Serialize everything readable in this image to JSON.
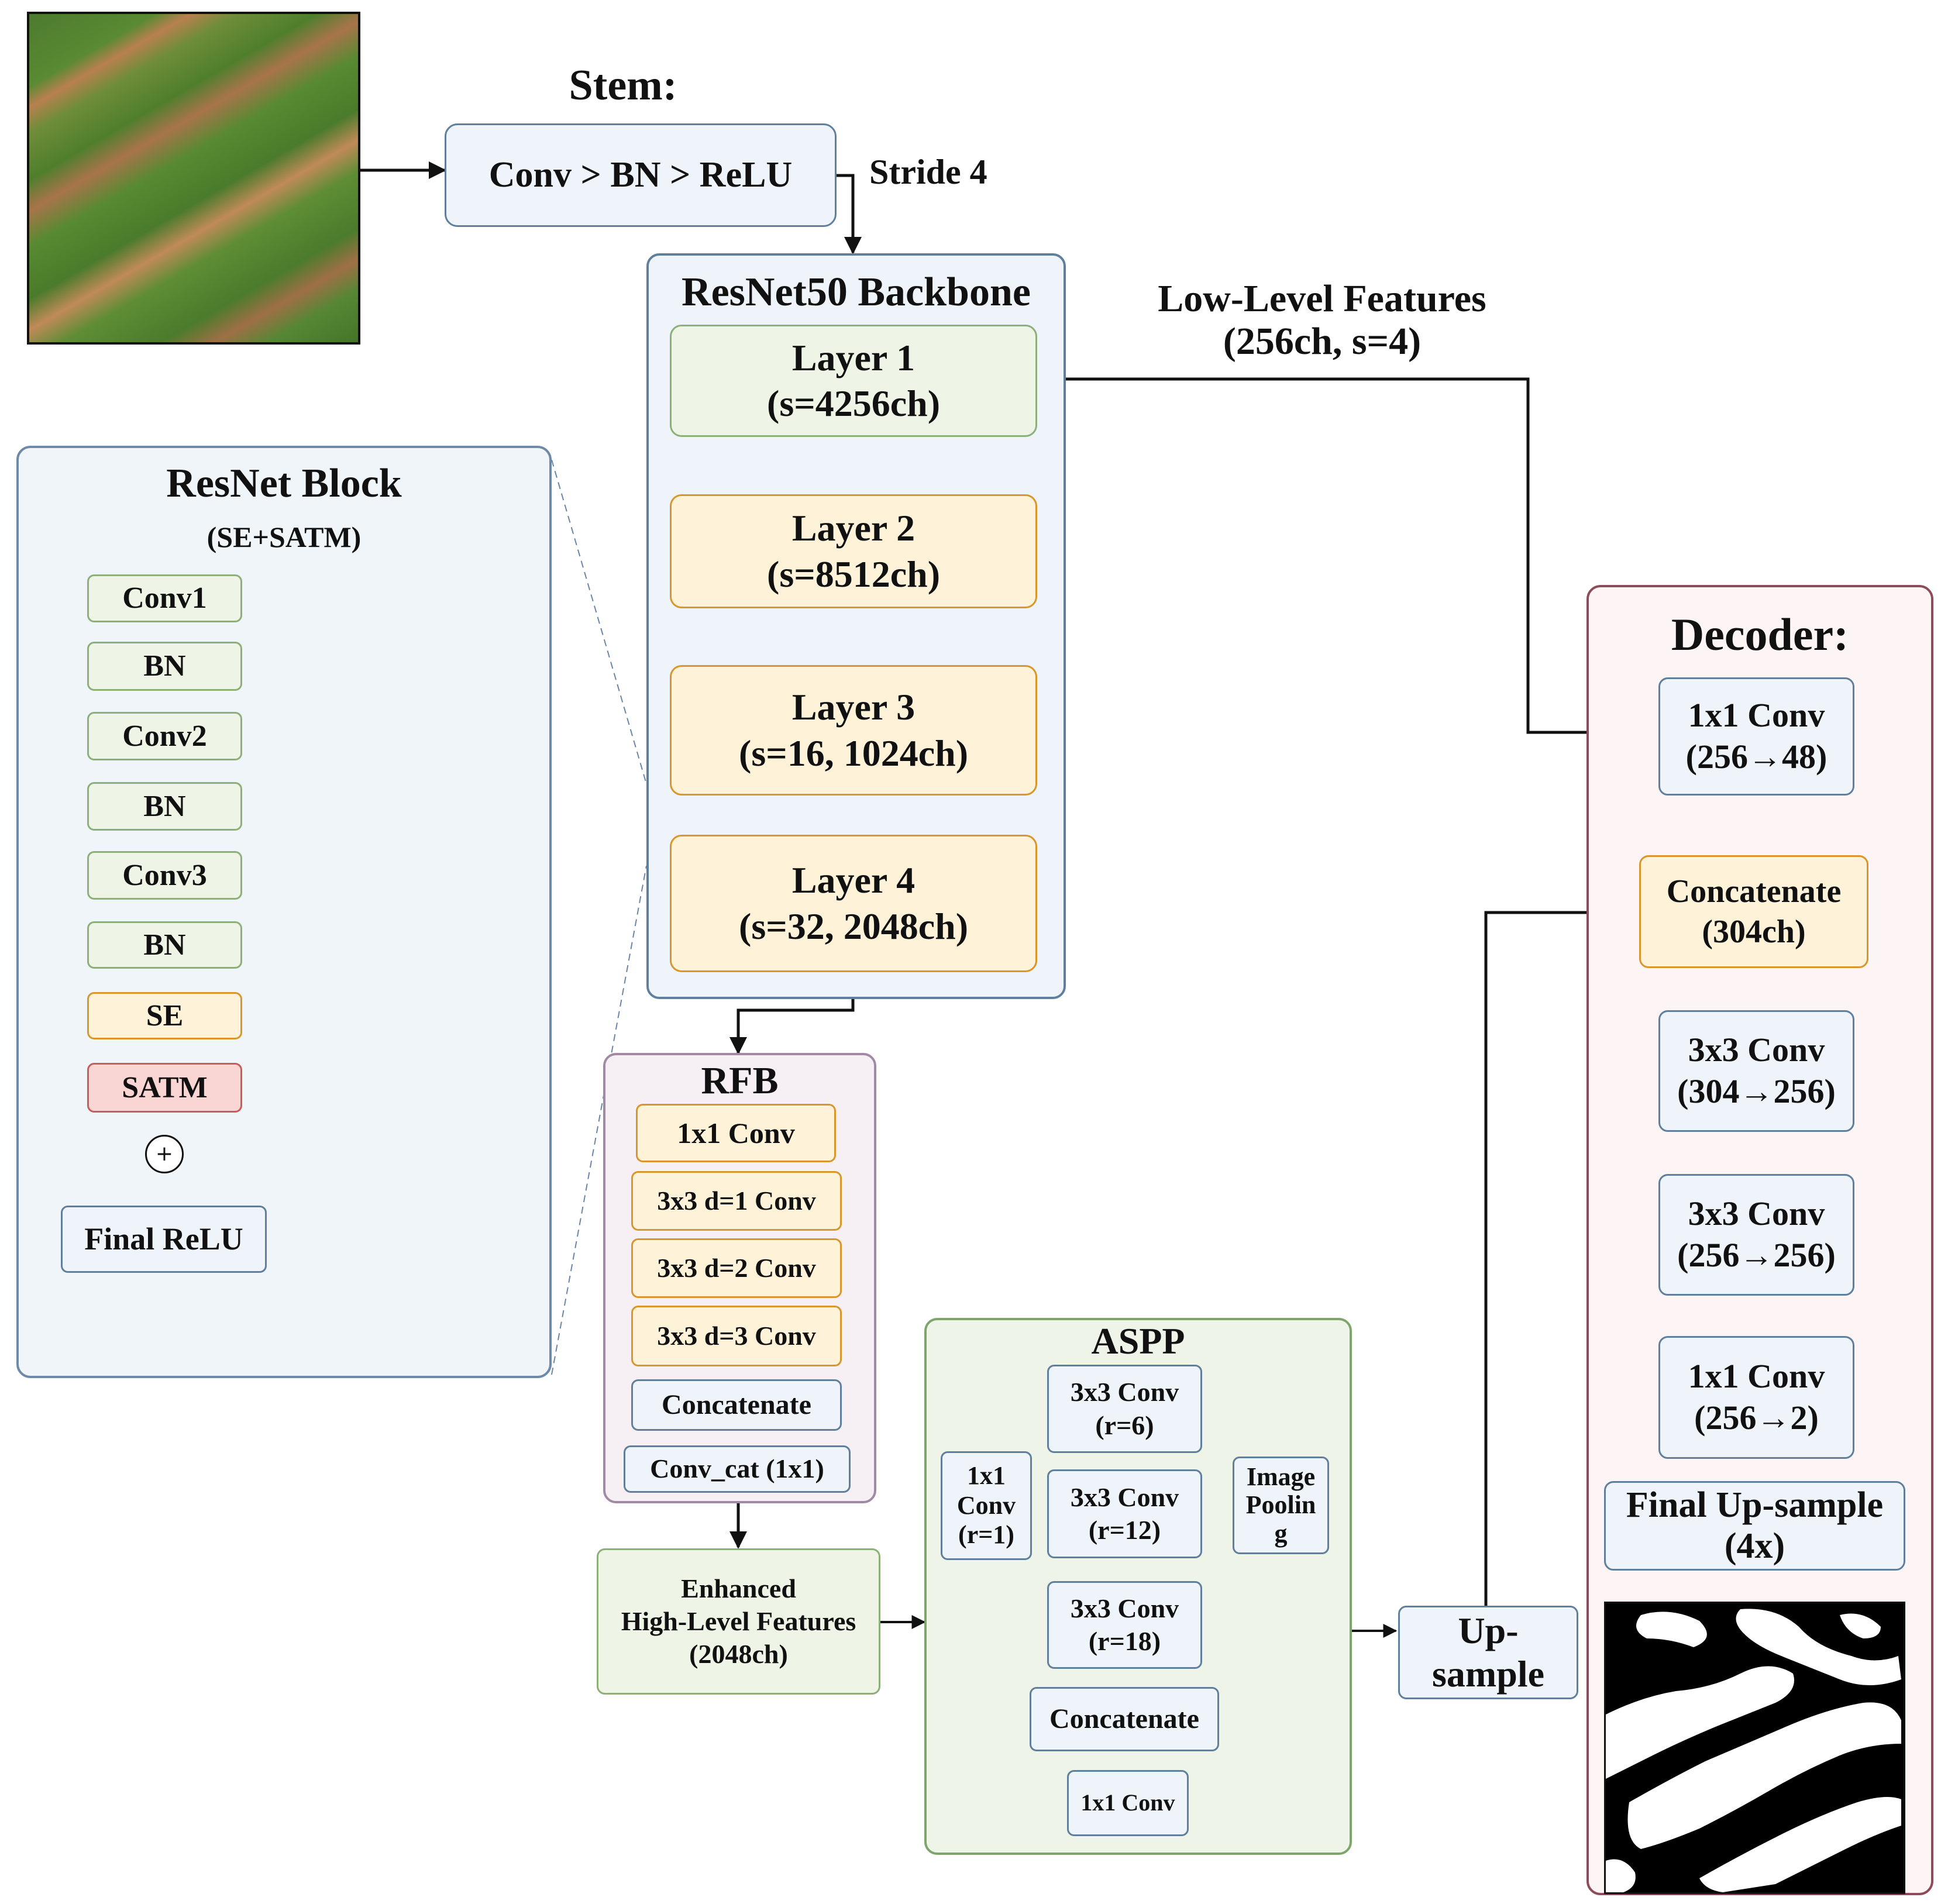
{
  "stem": {
    "title": "Stem:",
    "block": "Conv > BN > ReLU",
    "stride": "Stride 4"
  },
  "backbone": {
    "title": "ResNet50 Backbone",
    "layers": [
      {
        "name": "Layer 1",
        "detail": "(s=4256ch)"
      },
      {
        "name": "Layer 2",
        "detail": "(s=8512ch)"
      },
      {
        "name": "Layer 3",
        "detail": "(s=16, 1024ch)"
      },
      {
        "name": "Layer 4",
        "detail": "(s=32, 2048ch)"
      }
    ]
  },
  "low_level": {
    "line1": "Low-Level Features",
    "line2": "(256ch, s=4)"
  },
  "resnet_block": {
    "title": "ResNet Block",
    "subtitle": "(SE+SATM)",
    "steps": [
      "Conv1",
      "BN",
      "Conv2",
      "BN",
      "Conv3",
      "BN",
      "SE",
      "SATM"
    ],
    "sum_symbol": "+",
    "final": "Final ReLU"
  },
  "rfb": {
    "title": "RFB",
    "branches": [
      "1x1 Conv",
      "3x3 d=1 Conv",
      "3x3 d=2 Conv",
      "3x3 d=3 Conv"
    ],
    "concat": "Concatenate",
    "conv_cat": "Conv_cat (1x1)"
  },
  "enhanced": {
    "line1": "Enhanced",
    "line2": "High-Level Features",
    "line3": "(2048ch)"
  },
  "aspp": {
    "title": "ASPP",
    "conv1": {
      "l1": "1x1",
      "l2": "Conv",
      "l3": "(r=1)"
    },
    "atrous": [
      {
        "l1": "3x3 Conv",
        "l2": "(r=6)"
      },
      {
        "l1": "3x3 Conv",
        "l2": "(r=12)"
      },
      {
        "l1": "3x3 Conv",
        "l2": "(r=18)"
      }
    ],
    "pool": {
      "l1": "Image",
      "l2": "Poolin",
      "l3": "g"
    },
    "concat": "Concatenate",
    "out": "1x1 Conv"
  },
  "upsample": {
    "l1": "Up-",
    "l2": "sample"
  },
  "decoder": {
    "title": "Decoder:",
    "steps": [
      {
        "l1": "1x1 Conv",
        "l2": "(256→48)"
      },
      {
        "l1": "Concatenate",
        "l2": "(304ch)"
      },
      {
        "l1": "3x3 Conv",
        "l2": "(304→256)"
      },
      {
        "l1": "3x3 Conv",
        "l2": "(256→256)"
      },
      {
        "l1": "1x1 Conv",
        "l2": "(256→2)"
      },
      {
        "l1": "Final Up-sample",
        "l2": "(4x)"
      }
    ]
  }
}
